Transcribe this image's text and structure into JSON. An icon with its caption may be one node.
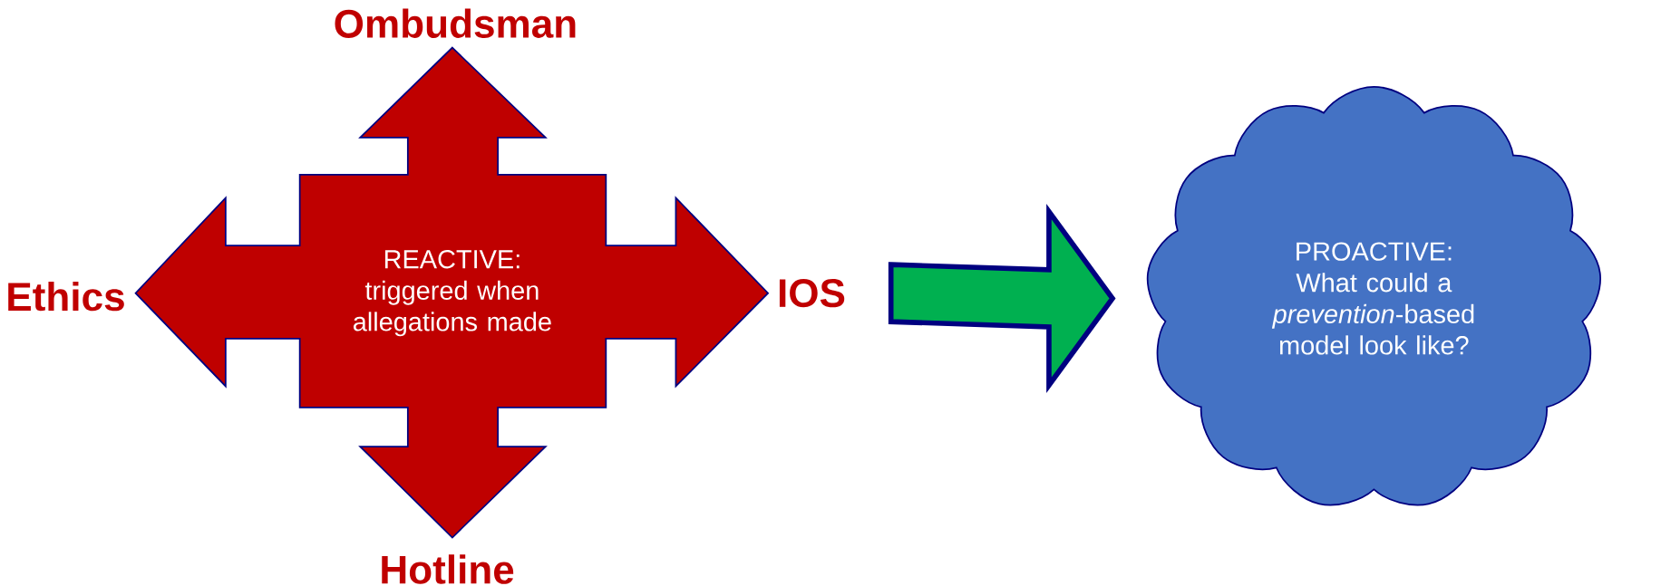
{
  "diagram": {
    "nodes": [
      {
        "text": [
          "REACTIVE:",
          "triggered when allegations made"
        ]
      },
      {
        "text": [
          "PROACTIVE:",
          "What could a *prevention*-based model look like?"
        ]
      }
    ],
    "edges": [
      {
        "from": 0,
        "to": 1,
        "arrow": "to",
        "color": "#00b050",
        "style": "thick"
      }
    ],
    "labels": [
      "Ombudsman",
      "Ethics",
      "IOS",
      "Hotline"
    ]
  }
}
